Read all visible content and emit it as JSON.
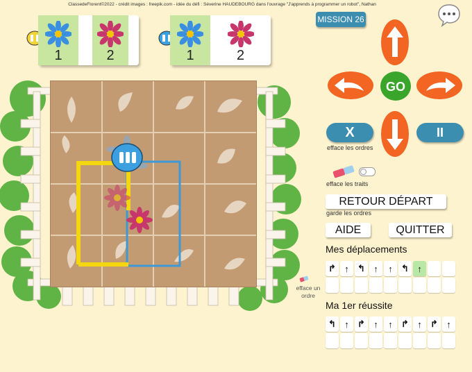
{
  "credit": "ClassedeFlorent©2022 - crédit images : freepik.com - idée du défi : Séverine HAUDEBOURG dans l'ouvrage \"J'apprends à programmer un robot\", Nathan",
  "mission": "MISSION 26",
  "cards": [
    {
      "robot_color": "#f2d33a",
      "numbers": [
        "1",
        "2"
      ]
    },
    {
      "robot_color": "#3b9fe0",
      "numbers": [
        "1",
        "2"
      ]
    }
  ],
  "controls": {
    "go_label": "GO",
    "clear_label": "X",
    "pause_label": "II",
    "clear_caption": "efface les ordres",
    "traces_caption": "efface les traits"
  },
  "buttons": {
    "retour": "RETOUR DÉPART",
    "retour_caption": "garde les ordres",
    "aide": "AIDE",
    "quitter": "QUITTER"
  },
  "eraser_caption_1": "efface un",
  "eraser_caption_2": "ordre",
  "moves_heading": "Mes déplacements",
  "moves": [
    "↱",
    "↑",
    "↰",
    "↑",
    "↑",
    "↰",
    "↑",
    "",
    "",
    "",
    "",
    "",
    "",
    "",
    "",
    "",
    "",
    ""
  ],
  "success_heading": "Ma 1er réussite",
  "success": [
    "↰",
    "↑",
    "↱",
    "↑",
    "↑",
    "↱",
    "↑",
    "↱",
    "↑",
    "",
    "",
    "",
    "",
    "",
    "",
    "",
    "",
    ""
  ],
  "colors": {
    "orange": "#f26522",
    "green": "#3aa52b",
    "blue": "#3c8eb0",
    "path_yellow": "#f4d70f",
    "path_blue": "#3e9ad6"
  }
}
